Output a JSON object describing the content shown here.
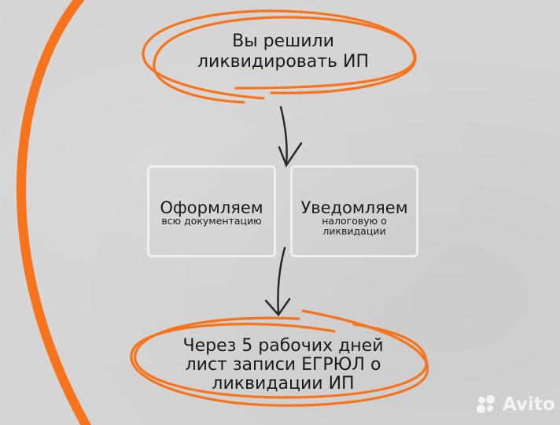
{
  "diagram": {
    "type": "flowchart",
    "start": {
      "lines": [
        "Вы решили",
        "ликвидировать ИП"
      ]
    },
    "steps": [
      {
        "title": "Оформляем",
        "subtitle_lines": [
          "всю документацию"
        ]
      },
      {
        "title": "Уведомляем",
        "subtitle_lines": [
          "налоговую о",
          "ликвидации"
        ]
      }
    ],
    "result": {
      "lines": [
        "Через 5 рабочих дней",
        "лист записи ЕГРЮЛ о",
        "ликвидации ИП"
      ]
    }
  },
  "watermark": {
    "text": "Avito",
    "icon": "avito-dots-logo-icon"
  },
  "colors": {
    "background": "#d3d4d3",
    "accent": "#f7731c",
    "text": "#1a1a1a",
    "arrow": "#2a2a2a",
    "box_border": "#efefef"
  }
}
